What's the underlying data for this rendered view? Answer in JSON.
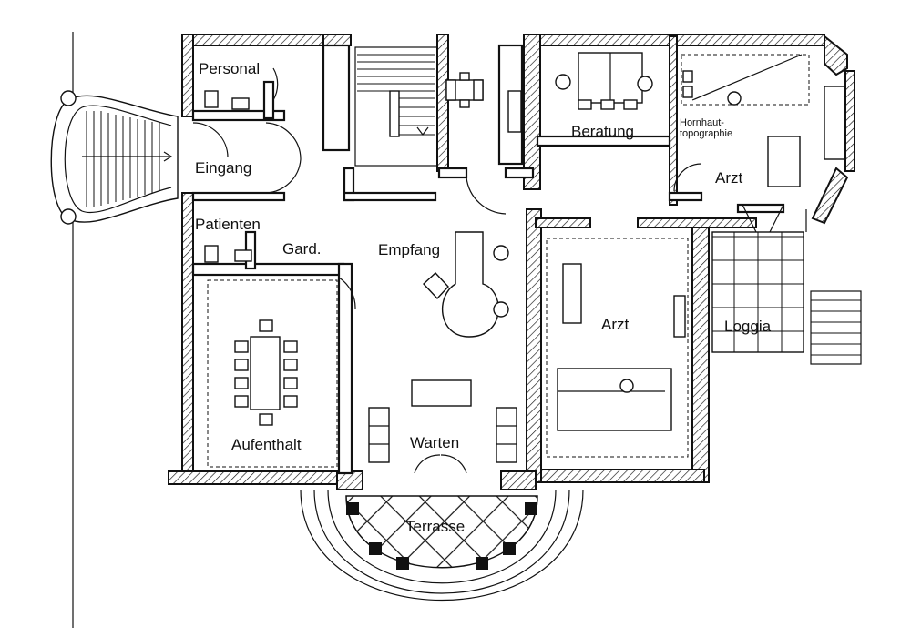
{
  "rooms": {
    "personal": "Personal",
    "eingang": "Eingang",
    "patienten": "Patienten",
    "gard": "Gard.",
    "empfang": "Empfang",
    "beratung": "Beratung",
    "hornhaut": "Hornhaut-\ntopographie",
    "arzt_top": "Arzt",
    "arzt_mid": "Arzt",
    "loggia": "Loggia",
    "aufenthalt": "Aufenthalt",
    "warten": "Warten",
    "terrasse": "Terrasse"
  },
  "colors": {
    "ink": "#111111",
    "paper": "#ffffff"
  }
}
